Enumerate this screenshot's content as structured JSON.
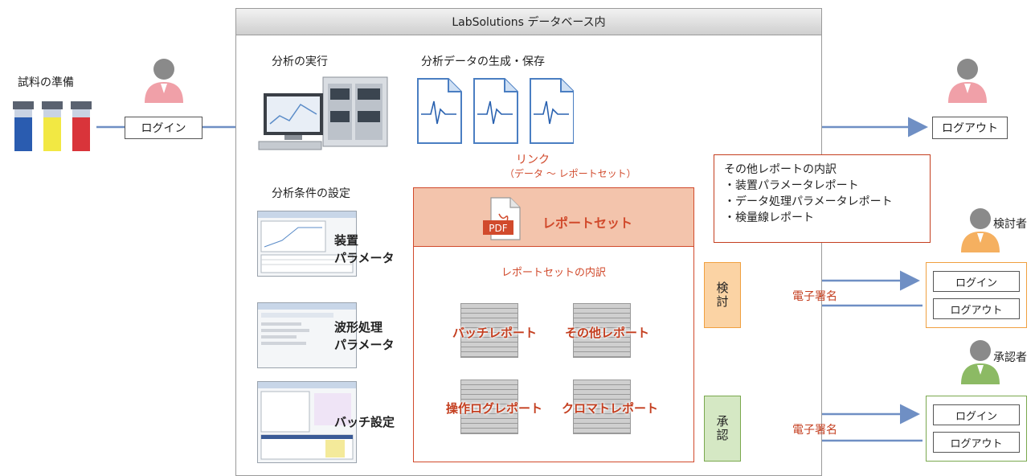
{
  "db_title": "LabSolutions データベース内",
  "sample_prep": "試料の準備",
  "login": "ログイン",
  "logout": "ログアウト",
  "run_analysis": "分析の実行",
  "data_gen": "分析データの生成・保存",
  "link_label": "リンク",
  "link_sub": "（データ ～ レポートセット）",
  "conditions_title": "分析条件の設定",
  "params": [
    {
      "line1": "装置",
      "line2": "パラメータ"
    },
    {
      "line1": "波形処理",
      "line2": "パラメータ"
    },
    {
      "line1": "バッチ設定",
      "line2": ""
    }
  ],
  "pdf_label": "PDF",
  "report_set": "レポートセット",
  "report_set_breakdown": "レポートセットの内訳",
  "reports": [
    "バッチレポート",
    "その他レポート",
    "操作ログレポート",
    "クロマトレポート"
  ],
  "other_reports": {
    "title": "その他レポートの内訳",
    "items": [
      "・装置パラメータレポート",
      "・データ処理パラメータレポート",
      "・検量線レポート"
    ]
  },
  "reviewer": "検討者",
  "approver": "承認者",
  "review": "検討",
  "approve": "承認",
  "e_signature": "電子署名",
  "colors": {
    "arrow": "#6f8fc4",
    "accent_red": "#d14a2c",
    "review_fill": "#fbd3a4",
    "review_border": "#f0a040",
    "approve_fill": "#d5e8c4",
    "approve_border": "#7aa84e"
  }
}
